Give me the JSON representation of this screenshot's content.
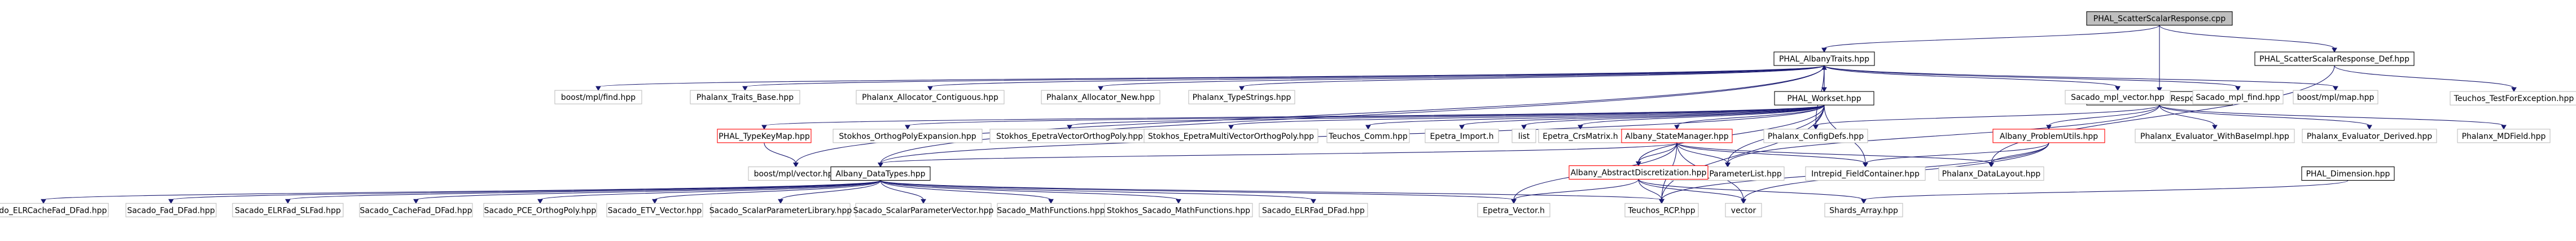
{
  "nodes": {
    "n0": {
      "label": "PHAL_ScatterScalarResponse.cpp",
      "style": "root"
    },
    "n1": {
      "label": "PHAL_AlbanyTraits.hpp",
      "style": "dark"
    },
    "n2": {
      "label": "PHAL_ScatterScalarResponse.hpp",
      "style": "dark"
    },
    "n3": {
      "label": "PHAL_ScatterScalarResponse_Def.hpp",
      "style": "dark"
    },
    "n4": {
      "label": "boost/mpl/find.hpp",
      "style": "gray"
    },
    "n5": {
      "label": "Phalanx_Traits_Base.hpp",
      "style": "gray"
    },
    "n6": {
      "label": "Phalanx_Allocator_Contiguous.hpp",
      "style": "gray"
    },
    "n7": {
      "label": "Phalanx_Allocator_New.hpp",
      "style": "gray"
    },
    "n8": {
      "label": "Phalanx_TypeStrings.hpp",
      "style": "gray"
    },
    "n9": {
      "label": "PHAL_Workset.hpp",
      "style": "dark"
    },
    "n10": {
      "label": "Sacado_mpl_vector.hpp",
      "style": "gray"
    },
    "n11": {
      "label": "Sacado_mpl_find.hpp",
      "style": "gray"
    },
    "n12": {
      "label": "boost/mpl/map.hpp",
      "style": "gray"
    },
    "n13": {
      "label": "Teuchos_TestForException.hpp",
      "style": "gray"
    },
    "n14": {
      "label": "PHAL_TypeKeyMap.hpp",
      "style": "red"
    },
    "n15": {
      "label": "Stokhos_OrthogPolyExpansion.hpp",
      "style": "gray"
    },
    "n16": {
      "label": "Stokhos_EpetraVectorOrthogPoly.hpp",
      "style": "gray"
    },
    "n17": {
      "label": "Stokhos_EpetraMultiVectorOrthogPoly.hpp",
      "style": "gray"
    },
    "n18": {
      "label": "Teuchos_Comm.hpp",
      "style": "gray"
    },
    "n19": {
      "label": "Epetra_Import.h",
      "style": "gray"
    },
    "n20": {
      "label": "list",
      "style": "gray"
    },
    "n21": {
      "label": "Epetra_CrsMatrix.h",
      "style": "gray"
    },
    "n22": {
      "label": "Albany_StateManager.hpp",
      "style": "red"
    },
    "n23": {
      "label": "Phalanx_ConfigDefs.hpp",
      "style": "gray"
    },
    "n24": {
      "label": "Albany_ProblemUtils.hpp",
      "style": "red"
    },
    "n25": {
      "label": "Phalanx_Evaluator_WithBaseImpl.hpp",
      "style": "gray"
    },
    "n26": {
      "label": "Phalanx_Evaluator_Derived.hpp",
      "style": "gray"
    },
    "n27": {
      "label": "Phalanx_MDField.hpp",
      "style": "gray"
    },
    "n28": {
      "label": "boost/mpl/vector.hpp",
      "style": "gray"
    },
    "n29": {
      "label": "Albany_DataTypes.hpp",
      "style": "dark"
    },
    "n30": {
      "label": "Teuchos_ParameterList.hpp",
      "style": "gray"
    },
    "n31": {
      "label": "Intrepid_FieldContainer.hpp",
      "style": "gray"
    },
    "n32": {
      "label": "Phalanx_DataLayout.hpp",
      "style": "gray"
    },
    "n33": {
      "label": "PHAL_Dimension.hpp",
      "style": "dark"
    },
    "n34": {
      "label": "Albany_AbstractDiscretization.hpp",
      "style": "red"
    },
    "n35": {
      "label": "Sacado_ELRCacheFad_DFad.hpp",
      "style": "gray"
    },
    "n36": {
      "label": "Sacado_Fad_DFad.hpp",
      "style": "gray"
    },
    "n37": {
      "label": "Sacado_ELRFad_SLFad.hpp",
      "style": "gray"
    },
    "n38": {
      "label": "Sacado_CacheFad_DFad.hpp",
      "style": "gray"
    },
    "n39": {
      "label": "Sacado_PCE_OrthogPoly.hpp",
      "style": "gray"
    },
    "n40": {
      "label": "Sacado_ETV_Vector.hpp",
      "style": "gray"
    },
    "n41": {
      "label": "Sacado_ScalarParameterLibrary.hpp",
      "style": "gray"
    },
    "n42": {
      "label": "Sacado_ScalarParameterVector.hpp",
      "style": "gray"
    },
    "n43": {
      "label": "Sacado_MathFunctions.hpp",
      "style": "gray"
    },
    "n44": {
      "label": "Stokhos_Sacado_MathFunctions.hpp",
      "style": "gray"
    },
    "n45": {
      "label": "Sacado_ELRFad_DFad.hpp",
      "style": "gray"
    },
    "n46": {
      "label": "Epetra_Vector.h",
      "style": "gray"
    },
    "n47": {
      "label": "Teuchos_RCP.hpp",
      "style": "gray"
    },
    "n48": {
      "label": "vector",
      "style": "gray"
    },
    "n49": {
      "label": "Shards_Array.hpp",
      "style": "gray"
    }
  },
  "edges": [
    [
      "n0",
      "n1"
    ],
    [
      "n0",
      "n2"
    ],
    [
      "n0",
      "n3"
    ],
    [
      "n1",
      "n4"
    ],
    [
      "n1",
      "n5"
    ],
    [
      "n1",
      "n6"
    ],
    [
      "n1",
      "n7"
    ],
    [
      "n1",
      "n8"
    ],
    [
      "n1",
      "n9"
    ],
    [
      "n1",
      "n10"
    ],
    [
      "n1",
      "n11"
    ],
    [
      "n1",
      "n12"
    ],
    [
      "n1",
      "n28"
    ],
    [
      "n1",
      "n29"
    ],
    [
      "n1",
      "n23"
    ],
    [
      "n9",
      "n1"
    ],
    [
      "n9",
      "n14"
    ],
    [
      "n9",
      "n15"
    ],
    [
      "n9",
      "n16"
    ],
    [
      "n9",
      "n17"
    ],
    [
      "n9",
      "n18"
    ],
    [
      "n9",
      "n19"
    ],
    [
      "n9",
      "n20"
    ],
    [
      "n9",
      "n21"
    ],
    [
      "n9",
      "n22"
    ],
    [
      "n9",
      "n23"
    ],
    [
      "n9",
      "n29"
    ],
    [
      "n9",
      "n34"
    ],
    [
      "n9",
      "n30"
    ],
    [
      "n9",
      "n31"
    ],
    [
      "n9",
      "n47"
    ],
    [
      "n14",
      "n28"
    ],
    [
      "n22",
      "n29"
    ],
    [
      "n22",
      "n34"
    ],
    [
      "n22",
      "n30"
    ],
    [
      "n22",
      "n31"
    ],
    [
      "n22",
      "n46"
    ],
    [
      "n22",
      "n47"
    ],
    [
      "n22",
      "n48"
    ],
    [
      "n22",
      "n32"
    ],
    [
      "n34",
      "n46"
    ],
    [
      "n34",
      "n47"
    ],
    [
      "n34",
      "n48"
    ],
    [
      "n34",
      "n49"
    ],
    [
      "n2",
      "n23"
    ],
    [
      "n2",
      "n24"
    ],
    [
      "n2",
      "n25"
    ],
    [
      "n2",
      "n26"
    ],
    [
      "n2",
      "n27"
    ],
    [
      "n2",
      "n30"
    ],
    [
      "n24",
      "n31"
    ],
    [
      "n24",
      "n47"
    ],
    [
      "n24",
      "n48"
    ],
    [
      "n24",
      "n32"
    ],
    [
      "n3",
      "n13"
    ],
    [
      "n3",
      "n32"
    ],
    [
      "n33",
      "n49"
    ],
    [
      "n29",
      "n35"
    ],
    [
      "n29",
      "n36"
    ],
    [
      "n29",
      "n37"
    ],
    [
      "n29",
      "n38"
    ],
    [
      "n29",
      "n39"
    ],
    [
      "n29",
      "n40"
    ],
    [
      "n29",
      "n41"
    ],
    [
      "n29",
      "n42"
    ],
    [
      "n29",
      "n43"
    ],
    [
      "n29",
      "n44"
    ],
    [
      "n29",
      "n45"
    ],
    [
      "n29",
      "n46"
    ],
    [
      "n29",
      "n47"
    ]
  ]
}
